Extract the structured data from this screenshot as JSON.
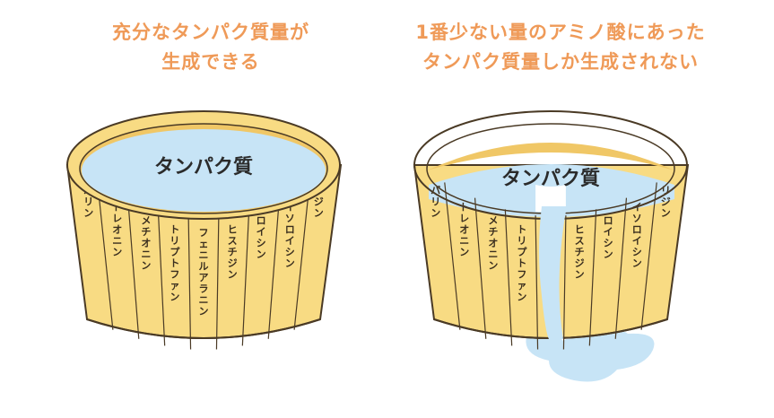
{
  "captions": {
    "left": [
      "充分なタンパク質量が",
      "生成できる"
    ],
    "right": [
      "1番少ない量のアミノ酸にあった",
      "タンパク質量しか生成されない"
    ]
  },
  "barrel_title": "タンパク質",
  "amino_acids": [
    "バリン",
    "トレオニン",
    "メチオニン",
    "トリプトファン",
    "フェニルアラニン",
    "ヒスチジン",
    "ロイシン",
    "イソロイシン",
    "リジン"
  ],
  "short_stave_index": 4,
  "colors": {
    "caption": "#ef9a58",
    "wood": "#f8db83",
    "wood_dark": "#f0c766",
    "outline": "#4a3a25",
    "water": "#c7e4f6"
  }
}
